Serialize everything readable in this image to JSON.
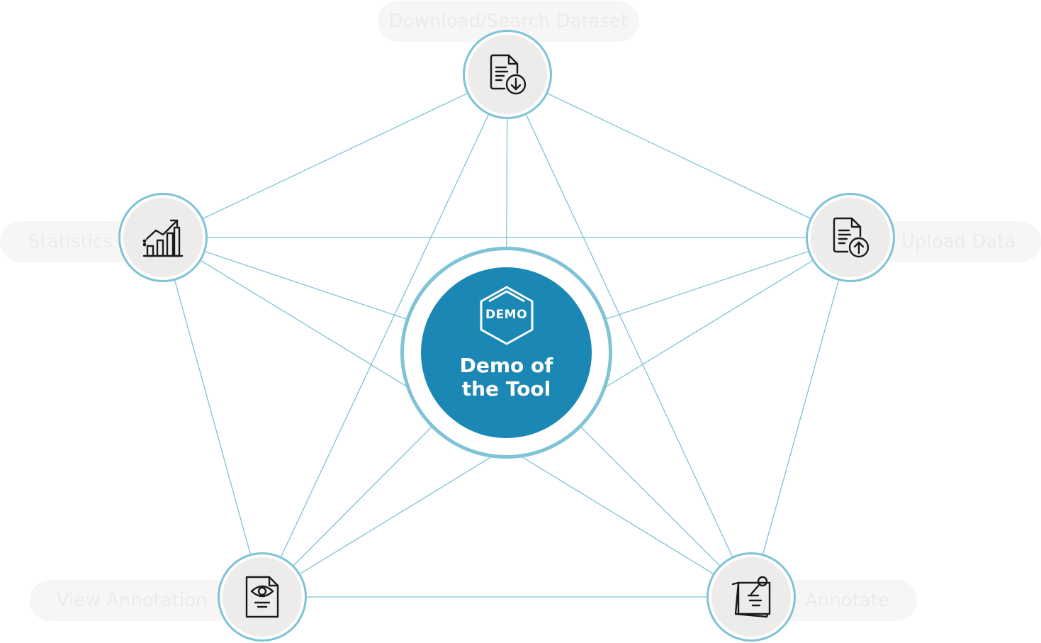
{
  "center": {
    "badge": "DEMO",
    "title_line1": "Demo of",
    "title_line2": "the Tool"
  },
  "nodes": [
    {
      "id": "download",
      "label": "Download/Search Dataset",
      "icon": "file-download-icon"
    },
    {
      "id": "upload",
      "label": "Upload Data",
      "icon": "file-upload-icon"
    },
    {
      "id": "annotate",
      "label": "Annotate",
      "icon": "sticky-note-pin-icon"
    },
    {
      "id": "view",
      "label": "View Annotation",
      "icon": "document-eye-icon"
    },
    {
      "id": "statistics",
      "label": "Statistics",
      "icon": "bar-chart-trend-icon"
    }
  ],
  "colors": {
    "line": "#7ec3d6",
    "ring": "#7ec3d6",
    "center_fill": "#1b87b4",
    "node_fill": "#eeeceb",
    "pill_fill": "#f7f5f5",
    "pill_text": "#eceaea",
    "icon_stroke": "#1a1a1a"
  }
}
